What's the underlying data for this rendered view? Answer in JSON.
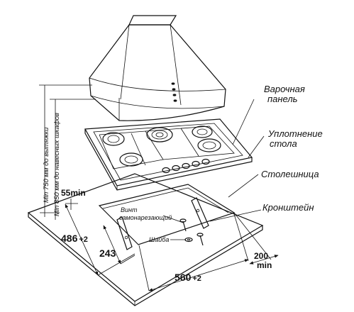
{
  "labels": {
    "hob": [
      "Варочная",
      "панель"
    ],
    "seal": [
      "Уплотнение",
      "стола"
    ],
    "worktop": "Столешница",
    "bracket": "Кронштейн",
    "screw": [
      "Винт",
      "самонарезающий"
    ],
    "washer": "Шайба",
    "hood_height_1": "Min 750 мм до вытяжки",
    "hood_height_2": "Min 850 мм до навесных шкафов"
  },
  "dimensions": {
    "side_gap": "55min",
    "depth": "486",
    "depth_tol": "+2",
    "bracket_offset": "243",
    "width": "560",
    "width_tol": "+2",
    "rear_gap": "200",
    "rear_gap_unit": "min"
  },
  "colors": {
    "line": "#111111",
    "background": "#ffffff"
  }
}
